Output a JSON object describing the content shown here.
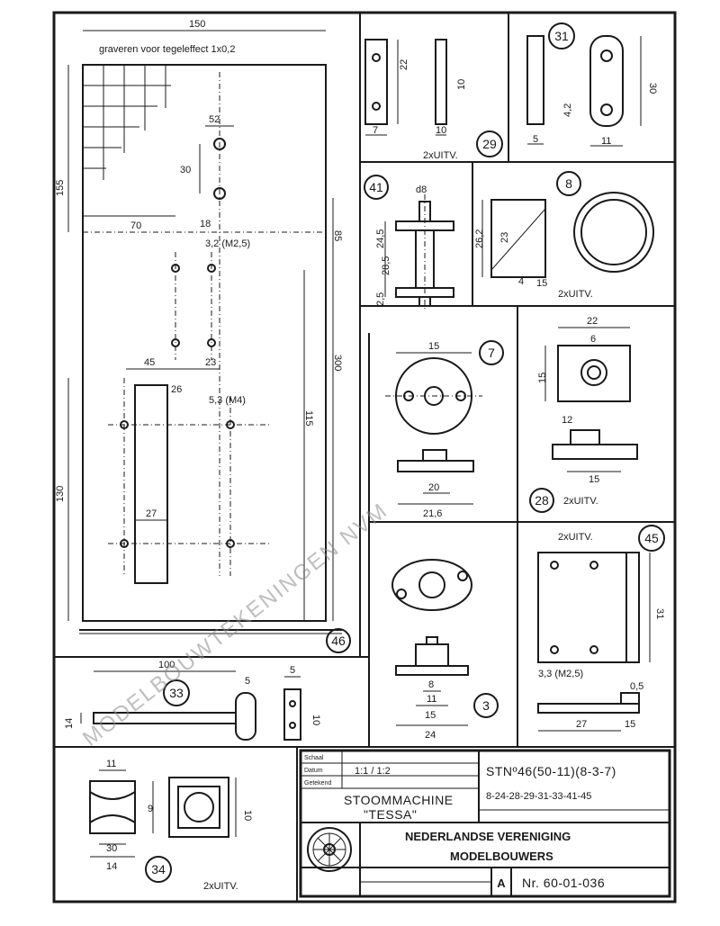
{
  "engraving_note": "graveren voor tegeleffect 1x0,2",
  "parts": {
    "46": {
      "no": "46",
      "dims": [
        "150",
        "155",
        "52",
        "30",
        "18",
        "70",
        "3,2 (M2,5)",
        "45",
        "23",
        "26",
        "5,3 (M4)",
        "27",
        "130",
        "115",
        "300",
        "85"
      ],
      "qty": ""
    },
    "29": {
      "no": "29",
      "dims": [
        "22",
        "7",
        "10",
        "10"
      ],
      "qty": "2xUITV."
    },
    "31": {
      "no": "31",
      "dims": [
        "5",
        "11",
        "30",
        "4,2"
      ],
      "qty": ""
    },
    "41": {
      "no": "41",
      "dims": [
        "d8",
        "24,5",
        "28,5",
        "2,5"
      ],
      "qty": ""
    },
    "8": {
      "no": "8",
      "dims": [
        "26,2",
        "23",
        "4",
        "15"
      ],
      "qty": "2xUITV."
    },
    "7": {
      "no": "7",
      "dims": [
        "15",
        "20",
        "21,6"
      ],
      "qty": ""
    },
    "28": {
      "no": "28",
      "dims": [
        "22",
        "6",
        "15",
        "12",
        "15"
      ],
      "qty": "2xUITV."
    },
    "3": {
      "no": "3",
      "dims": [
        "8",
        "11",
        "15",
        "24"
      ],
      "qty": ""
    },
    "45": {
      "no": "45",
      "dims": [
        "3,3 (M2,5)",
        "31",
        "27",
        "15",
        "0,5"
      ],
      "qty": "2xUITV."
    },
    "33": {
      "no": "33",
      "dims": [
        "100",
        "5",
        "5",
        "10",
        "14"
      ],
      "qty": ""
    },
    "34": {
      "no": "34",
      "dims": [
        "11",
        "10",
        "9",
        "30",
        "14"
      ],
      "qty": "2xUITV."
    }
  },
  "title_block": {
    "labels": [
      "Schaal",
      "Datum",
      "Getekend"
    ],
    "scale": "1:1 / 1:2",
    "stn_line": "STNº46(50-11)(8-3-7)",
    "stn_parts": "8-24-28-29-31-33-41-45",
    "subject_1": "STOOMMACHINE",
    "subject_2": "\"TESSA\"",
    "drawn_by": "",
    "org_1": "NEDERLANDSE VERENIGING",
    "org_2": "MODELBOUWERS",
    "sheet_letter": "A",
    "drawing_no": "Nr. 60-01-036"
  },
  "watermark": "MODELBOUWTEKENINGEN NVM",
  "icons": {
    "logo": "nvm-logo-seal"
  }
}
